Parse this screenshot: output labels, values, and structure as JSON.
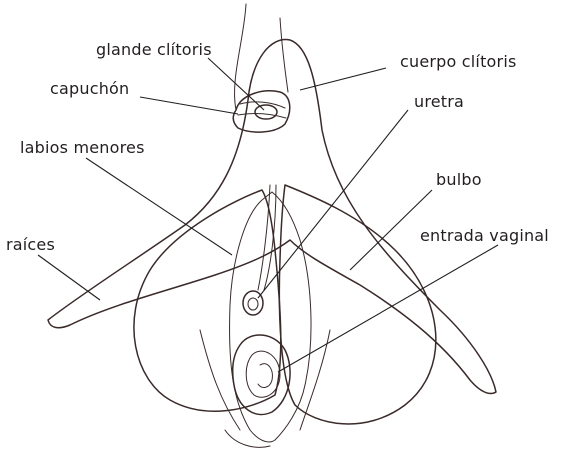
{
  "labels": {
    "glande": "glande clítoris",
    "capuchon": "capuchón",
    "labios": "labios menores",
    "raices": "raíces",
    "cuerpo": "cuerpo clítoris",
    "uretra": "uretra",
    "bulbo": "bulbo",
    "entrada": "entrada vaginal"
  },
  "colors": {
    "clitoris": "#e7b0a4",
    "bulb": "#f7e3d4",
    "labia": "#f2d6c7",
    "ink": "#3a2a2a",
    "text": "#231f20"
  }
}
